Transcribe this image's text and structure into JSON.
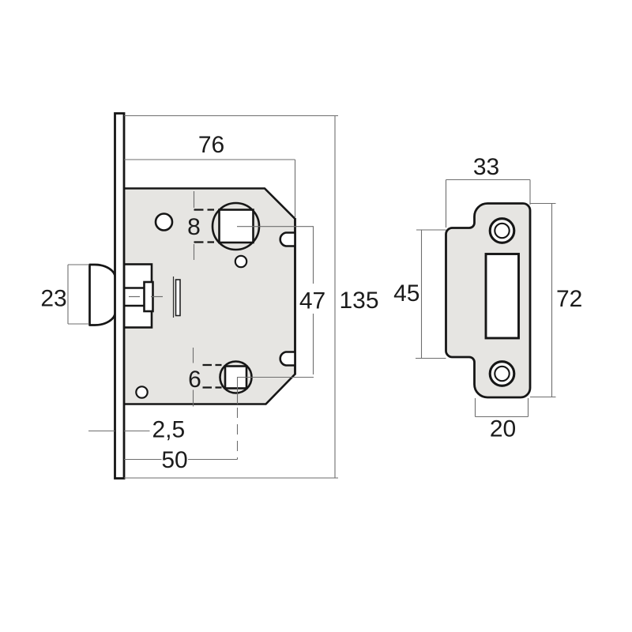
{
  "colors": {
    "background": "#ffffff",
    "part_fill": "#e6e5e2",
    "outline": "#161616",
    "dim_line": "#6e6e6e",
    "text": "#1b1b1b"
  },
  "lock_view": {
    "label_width": "76",
    "label_spindle_square": "8",
    "label_bolt_height": "23",
    "label_hole_distance": "47",
    "label_faceplate_height": "135",
    "label_lower_square": "6",
    "label_faceplate_thickness": "2,5",
    "label_backset": "50"
  },
  "strike_view": {
    "label_total_width": "33",
    "label_lip_height": "45",
    "label_total_height": "72",
    "label_body_width": "20"
  }
}
